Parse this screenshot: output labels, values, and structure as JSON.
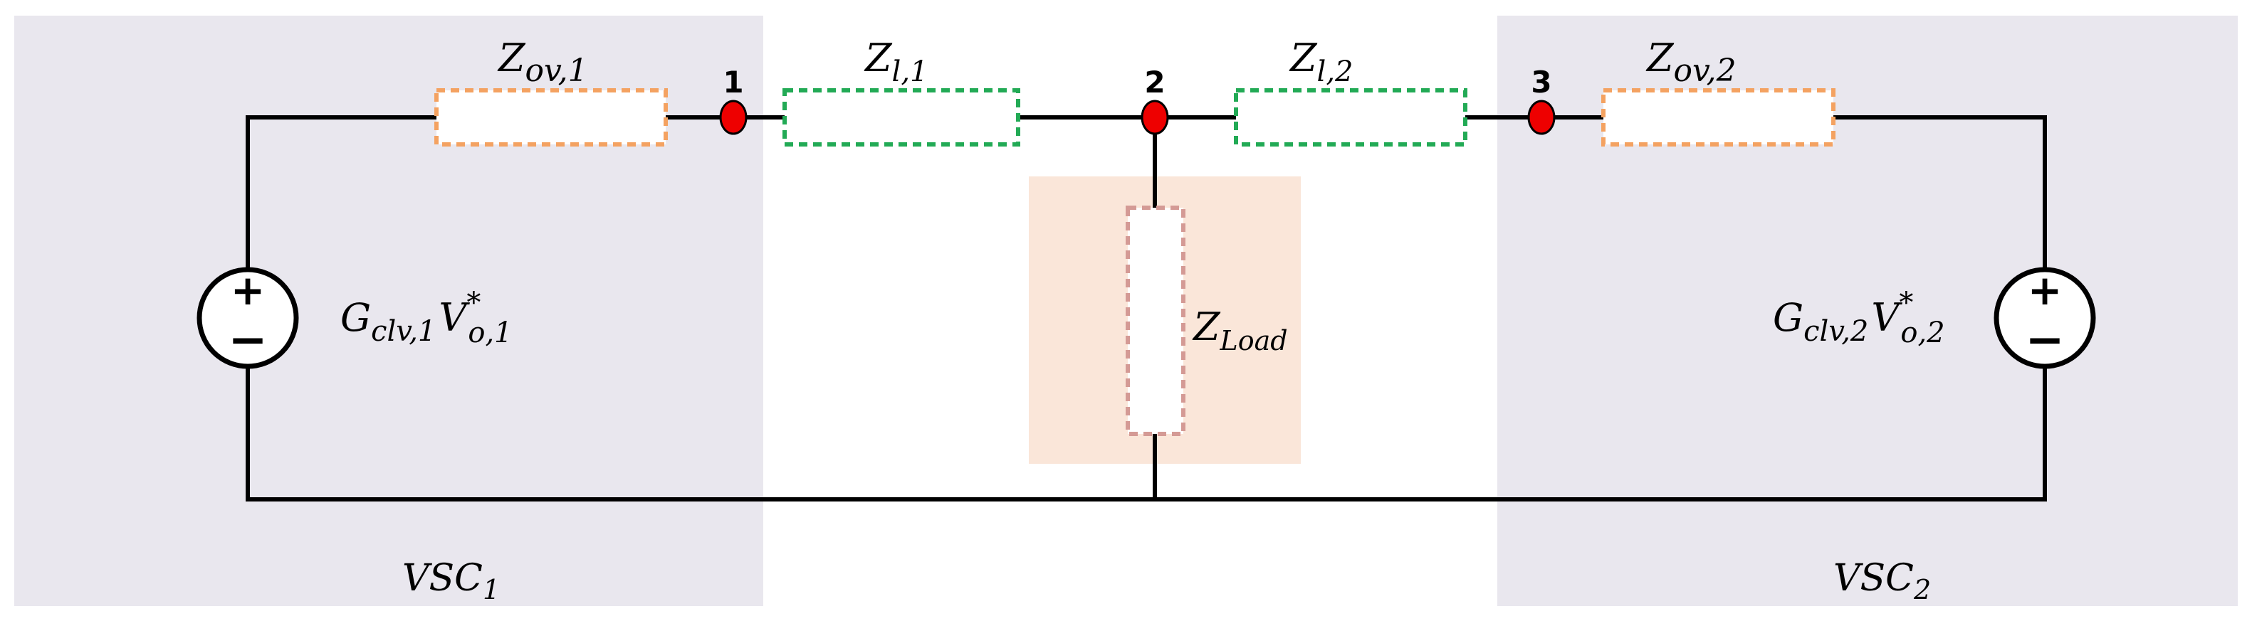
{
  "colors": {
    "region_fill": "#e9e7ee",
    "load_fill": "#fae6d9",
    "wire": "#000000",
    "node_fill": "#ee0000",
    "output_impedance_stroke": "#f4a261",
    "line_impedance_stroke": "#22aa55",
    "load_impedance_stroke": "#d49a95"
  },
  "regions": {
    "left_label": {
      "base": "VSC",
      "sub": "1"
    },
    "right_label": {
      "base": "VSC",
      "sub": "2"
    }
  },
  "sources": {
    "left": {
      "plus": "+",
      "minus": "−",
      "label": {
        "g": "G",
        "g_sub": "clv,1",
        "v": "V",
        "v_sup": "*",
        "v_sub": "o,1"
      }
    },
    "right": {
      "plus": "+",
      "minus": "−",
      "label": {
        "g": "G",
        "g_sub": "clv,2",
        "v": "V",
        "v_sup": "*",
        "v_sub": "o,2"
      }
    }
  },
  "impedances": {
    "zov1": {
      "base": "Z",
      "sub": "ov,1"
    },
    "zl1": {
      "base": "Z",
      "sub": "l,1"
    },
    "zl2": {
      "base": "Z",
      "sub": "l,2"
    },
    "zov2": {
      "base": "Z",
      "sub": "ov,2"
    },
    "zload": {
      "base": "Z",
      "sub": "Load"
    }
  },
  "nodes": [
    "1",
    "2",
    "3"
  ]
}
